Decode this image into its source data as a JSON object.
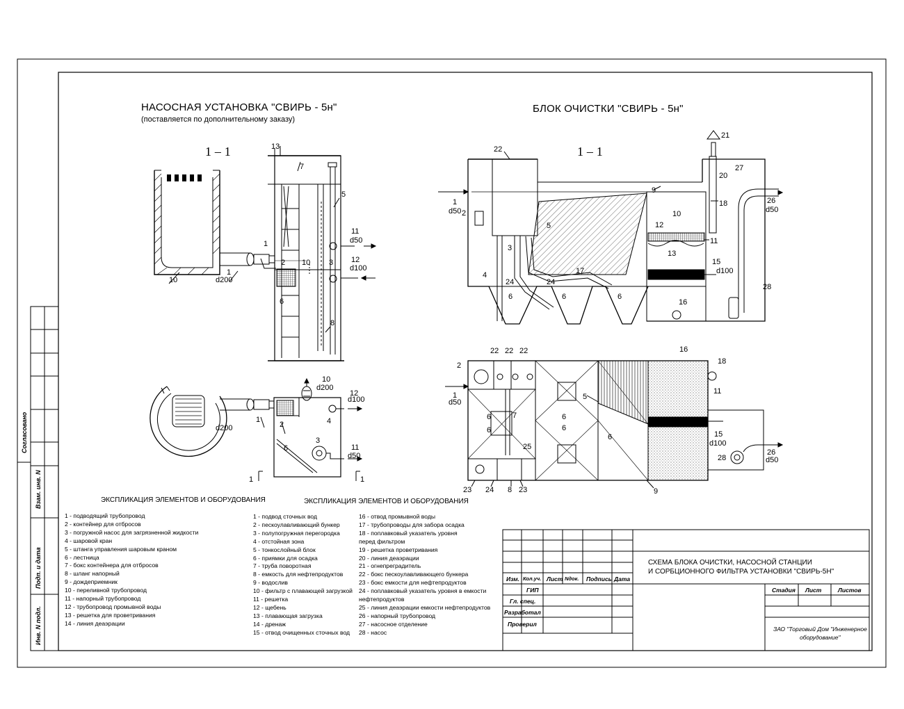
{
  "pump": {
    "title": "НАСОСНАЯ УСТАНОВКА  \"СВИРЬ - 5н\"",
    "subtitle": "(поставляется по дополнительному заказу)",
    "section": "1  –  1",
    "legend_title": "ЭКСПЛИКАЦИЯ ЭЛЕМЕНТОВ И ОБОРУДОВАНИЯ",
    "legend": [
      "1 - подводящий трубопровод",
      "2 - контейнер для отбросов",
      "3 - погружной насос для загрязненной жидкости",
      "4 - шаровой кран",
      "5 - штанга управления шаровым краном",
      "6 - лестница",
      "7 - бокс контейнера для отбросов",
      "8 - шланг напорный",
      "9 - дождеприемник",
      "10 - переливной трубопровод",
      "11 - напорный трубопровод",
      "12 - трубопровод промывной воды",
      "13 - решетка для  проветривания",
      "14 - линия деаэрации"
    ]
  },
  "block": {
    "title": "БЛОК ОЧИСТКИ \"СВИРЬ - 5н\"",
    "section": "1  –  1",
    "legend_title": "ЭКСПЛИКАЦИЯ ЭЛЕМЕНТОВ И ОБОРУДОВАНИЯ",
    "legend_col1": [
      "1 - подвод сточных вод",
      "2 - пескоулавливающий бункер",
      "3 - полупогружная перегородка",
      "4 - отстойная зона",
      "5 - тонкослойный блок",
      "6 - приямки для осадка",
      "7 - труба поворотная",
      "8 - емкость для нефтепродуктов",
      "9 - водослив",
      "10 - фильтр с плавающей загрузкой",
      "11 - решетка",
      "12 - щебень",
      "13 - плавающая загрузка",
      "14 - дренаж",
      "15 - отвод очищенных сточных вод"
    ],
    "legend_col2": [
      "16 - отвод промывной воды",
      "17 - трубопроводы для забора осадка",
      "18 - поплавковый указатель уровня",
      "      перед фильтром",
      "19 - решетка проветривания",
      "20 - линия деаэрации",
      "21 - огнепреградитель",
      "22 - бокс пескоулавливающего бункера",
      "23 - бокс емкости для нефтепродуктов",
      "24 - поплавковый указатель уровня в емкости",
      "      нефтепродуктов",
      "25 - линия деаэрации емкости нефтепродуктов",
      "26 - напорный трубопровод",
      "27 - насосное отделение",
      "28 - насос"
    ]
  },
  "titleblock": {
    "description_line1": "СХЕМА БЛОКА ОЧИСТКИ, НАСОСНОЙ СТАНЦИИ",
    "description_line2": "И СОРБЦИОННОГО ФИЛЬТРА УСТАНОВКИ \"СВИРЬ-5Н\"",
    "col_izm": "Изм.",
    "col_kol": "Кол.уч.",
    "col_list": "Лист",
    "col_ndok": "Nдок.",
    "col_podpis": "Подпись",
    "col_data": "Дата",
    "role_gip": "ГИП",
    "role_gl": "Гл. спец.",
    "role_razr": "Разработал",
    "role_prov": "Проверил",
    "stadia": "Стадия",
    "list": "Лист",
    "listov": "Листов",
    "company_line1": "ЗАО \"Торговый Дом \"Инженерное",
    "company_line2": "оборудование\""
  },
  "sidebar": {
    "soglasovano": "Согласовано",
    "vzam": "Взам. инв. N",
    "podp": "Подп. и дата",
    "inv": "Инв. N подл."
  },
  "labels": {
    "d200": "d200",
    "d50": "d50",
    "d100": "d100"
  }
}
